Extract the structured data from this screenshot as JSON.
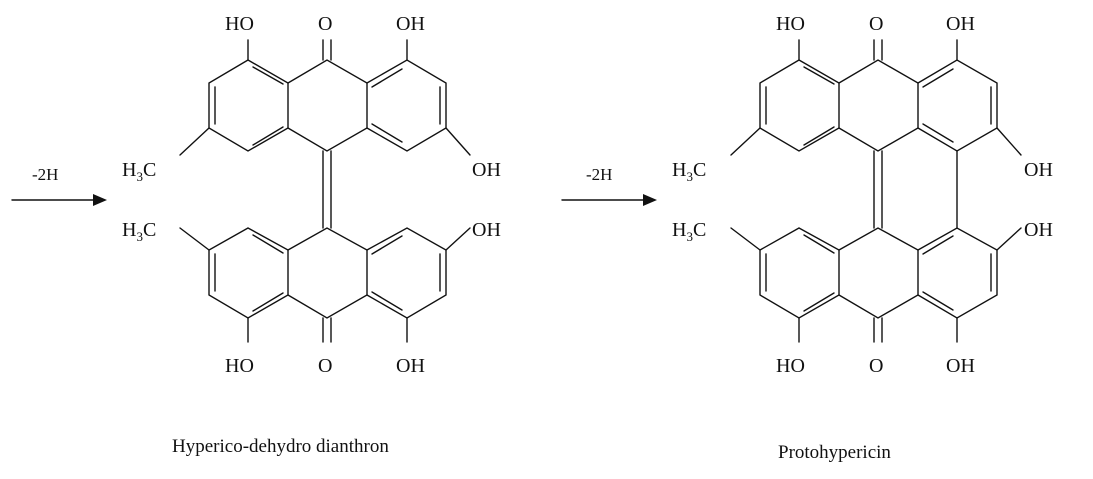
{
  "arrows": [
    {
      "label": "-2H"
    },
    {
      "label": "-2H"
    }
  ],
  "molecules": [
    {
      "name": "Hyperico-dehydro dianthron",
      "labels": {
        "ho_top_left": "HO",
        "o_top": "O",
        "oh_top_right": "OH",
        "ch3_top": "H",
        "ch3_top_sub": "3",
        "ch3_top_c": "C",
        "oh_mid_right": "OH",
        "ch3_bottom": "H",
        "ch3_bottom_sub": "3",
        "ch3_bottom_c": "C",
        "oh_lower_right": "OH",
        "ho_bottom_left": "HO",
        "o_bottom": "O",
        "oh_bottom_right": "OH"
      }
    },
    {
      "name": "Protohypericin",
      "labels": {
        "ho_top_left": "HO",
        "o_top": "O",
        "oh_top_right": "OH",
        "ch3_top": "H",
        "ch3_top_sub": "3",
        "ch3_top_c": "C",
        "oh_mid_right": "OH",
        "ch3_bottom": "H",
        "ch3_bottom_sub": "3",
        "ch3_bottom_c": "C",
        "oh_lower_right": "OH",
        "ho_bottom_left": "HO",
        "o_bottom": "O",
        "oh_bottom_right": "OH"
      }
    }
  ],
  "colors": {
    "ink": "#111111",
    "background": "#ffffff"
  }
}
